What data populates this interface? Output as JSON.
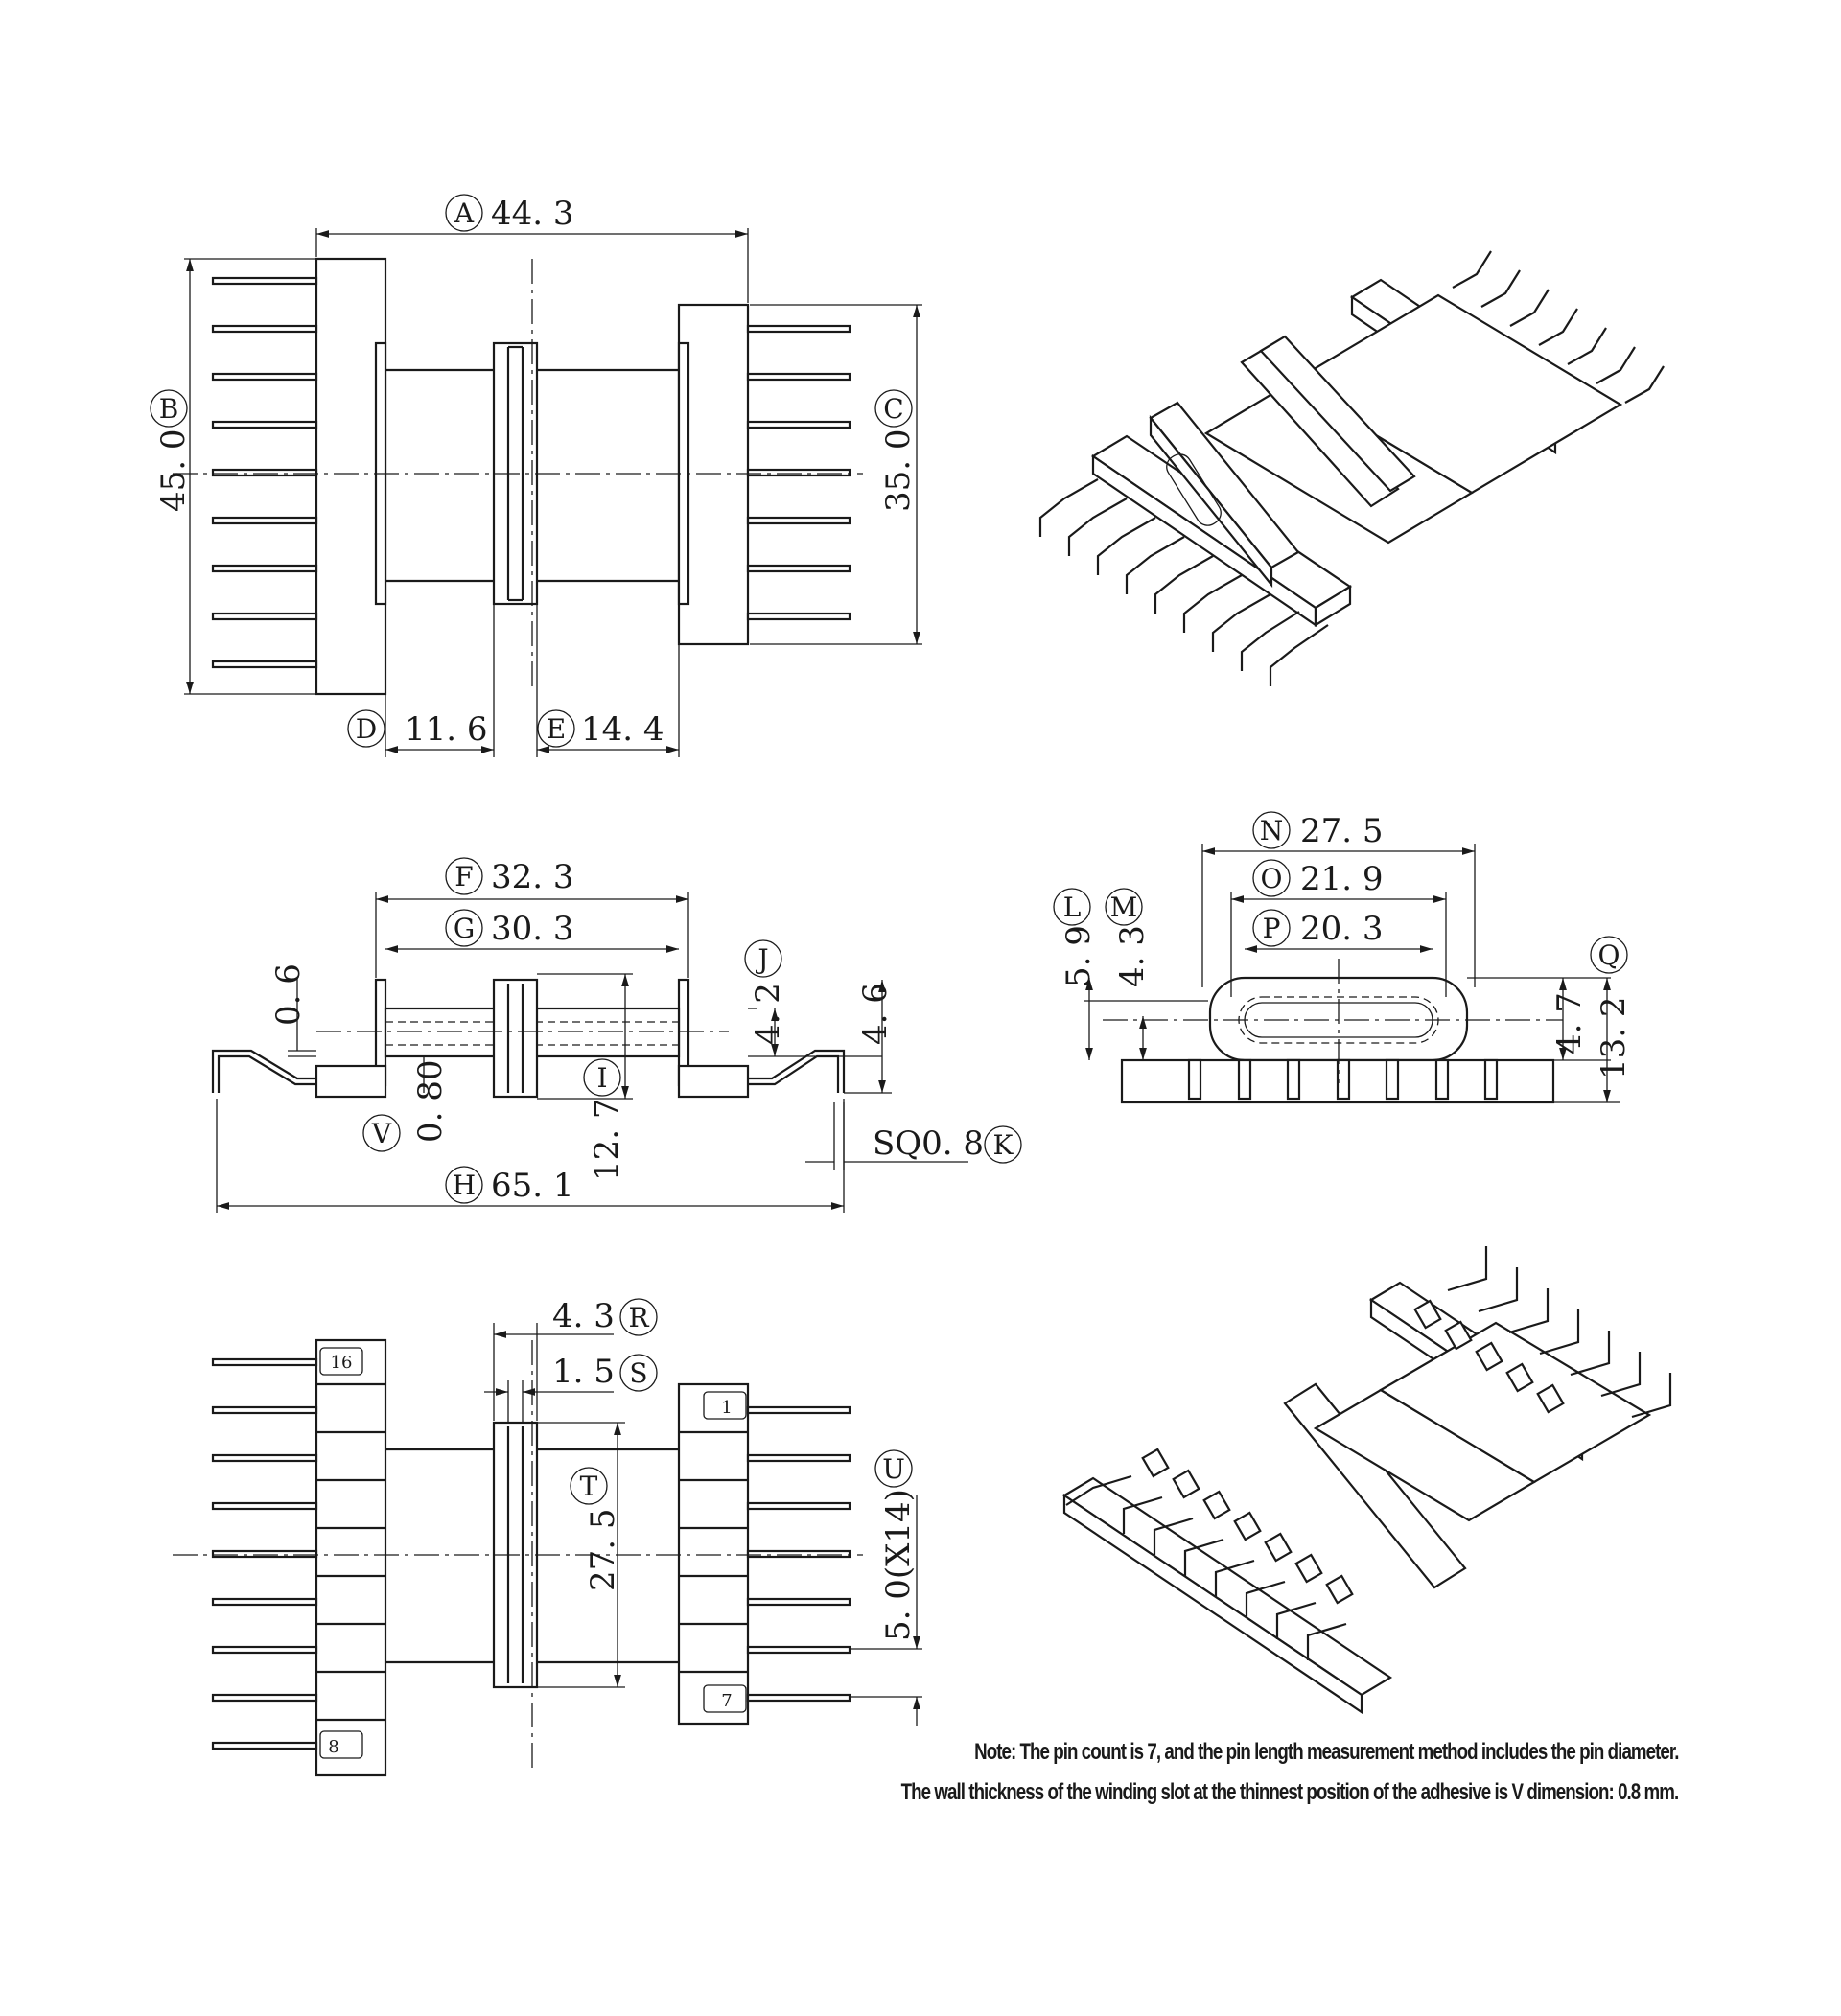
{
  "dimensions": {
    "A": {
      "letter": "A",
      "value": "44. 3"
    },
    "B": {
      "letter": "B",
      "value": "45. 0"
    },
    "C": {
      "letter": "C",
      "value": "35. 0"
    },
    "D": {
      "letter": "D",
      "value": "11. 6"
    },
    "E": {
      "letter": "E",
      "value": "14. 4"
    },
    "F": {
      "letter": "F",
      "value": "32. 3"
    },
    "G": {
      "letter": "G",
      "value": "30. 3"
    },
    "H": {
      "letter": "H",
      "value": "65. 1"
    },
    "I": {
      "letter": "I",
      "value": "12. 7"
    },
    "J": {
      "letter": "J",
      "value": "4. 2"
    },
    "K": {
      "letter": "K",
      "value": "SQ0. 8"
    },
    "L": {
      "letter": "L",
      "value": "5. 9"
    },
    "M": {
      "letter": "M",
      "value": "4. 3"
    },
    "N": {
      "letter": "N",
      "value": "27. 5"
    },
    "O": {
      "letter": "O",
      "value": "21. 9"
    },
    "P": {
      "letter": "P",
      "value": "20. 3"
    },
    "Q": {
      "letter": "Q",
      "value": "4. 7"
    },
    "R": {
      "letter": "R",
      "value": "4. 3"
    },
    "S": {
      "letter": "S",
      "value": "1. 5"
    },
    "T": {
      "letter": "T",
      "value": "27. 5"
    },
    "U": {
      "letter": "U",
      "value": "5. 0(X14)"
    },
    "V": {
      "letter": "V",
      "value": "0. 80"
    }
  },
  "extra_dims": {
    "side_pin_gap": "0. 6",
    "side_height": "4. 6",
    "end_height": "13. 2"
  },
  "pin_numbers": {
    "top_left": "16",
    "bottom_left": "8",
    "top_right": "1",
    "bottom_right": "7"
  },
  "notes": {
    "line1": "Note: The pin count is 7, and the pin length measurement method includes the pin diameter.",
    "line2": "The wall thickness of the winding slot at the thinnest position of the adhesive is V dimension: 0.8 mm."
  }
}
